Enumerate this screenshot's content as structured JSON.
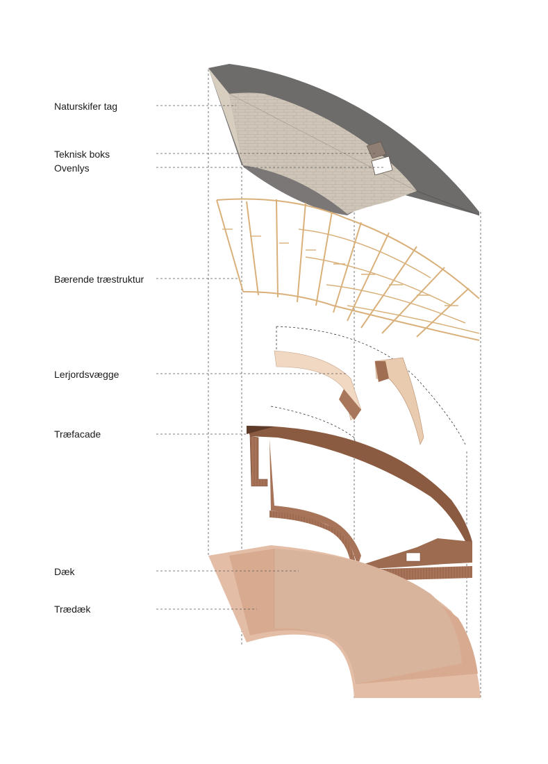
{
  "labels": {
    "roof": "Naturskifer tag",
    "tech_box": "Teknisk boks",
    "skylight": "Ovenlys",
    "timber_structure": "Bærende træstruktur",
    "earth_walls": "Lerjordsvægge",
    "timber_facade": "Træfacade",
    "deck": "Dæk",
    "timber_deck": "Trædæk"
  },
  "colors": {
    "roof_dark": "#6e6c6b",
    "roof_slate": "#c9c0b3",
    "timber": "#e8c99a",
    "earth": "#f0dccb",
    "facade": "#9a6a4e",
    "deck": "#e3bda6",
    "leader": "#555555"
  }
}
